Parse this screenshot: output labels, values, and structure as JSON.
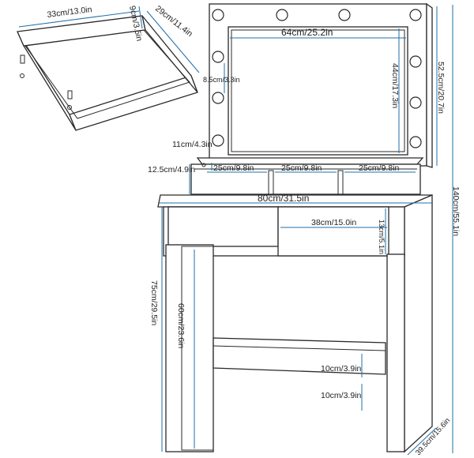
{
  "colors": {
    "outline": "#2a2a2a",
    "dimension": "#1f6fa8",
    "background": "#ffffff"
  },
  "drawer": {
    "width_label": "33cm/13.0in",
    "height_label": "9cm/3.5in",
    "depth_label": "29cm/11.4in"
  },
  "mirror": {
    "width_label": "64cm/25.2in",
    "inner_height_label": "44cm/17.3in",
    "bulb_spacing_label": "8.5cm/3.3in",
    "frame_height_label": "52.5cm/20.7in"
  },
  "shelf": {
    "gap_label": "11cm/4.3in",
    "height_label": "12.5cm/4.9in",
    "compartments": [
      "25cm/9.8in",
      "25cm/9.8in",
      "25cm/9.8in"
    ]
  },
  "desk": {
    "width_label": "80cm/31.5in",
    "drawer_width_label": "38cm/15.0in",
    "drawer_height_label": "13cm/5.1in",
    "total_height_label": "75cm/29.5in",
    "leg_clearance_label": "60cm/23.6in",
    "crossbar_gap_label": "10cm/3.9in",
    "floor_gap_label": "10cm/3.9in",
    "depth_label": "39.5cm/15.6in"
  },
  "overall": {
    "height_label": "140cm/55.1in"
  }
}
